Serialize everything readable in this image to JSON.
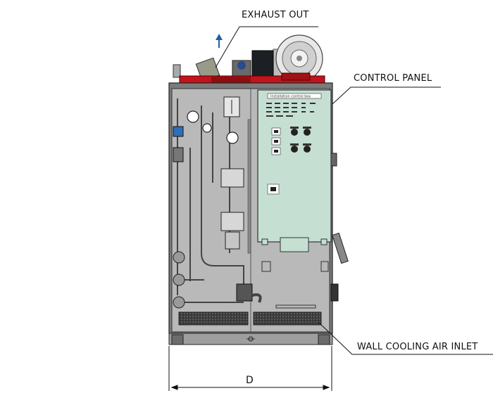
{
  "callouts": {
    "exhaust_out": "EXHAUST OUT",
    "control_panel": "CONTROL PANEL",
    "wall_cooling_air_inlet": "WALL COOLING AIR INLET"
  },
  "dimension": {
    "width_label": "D"
  },
  "control_panel": {
    "header_text": "Installation control box"
  },
  "colors": {
    "cabinet_frame": "#7b7b7b",
    "back_plate": "#b9b9b9",
    "manifold_red": "#c4131a",
    "control_panel_fill": "#c5dfd3",
    "exhaust_arrow": "#1f5fa8",
    "line": "#111111"
  }
}
